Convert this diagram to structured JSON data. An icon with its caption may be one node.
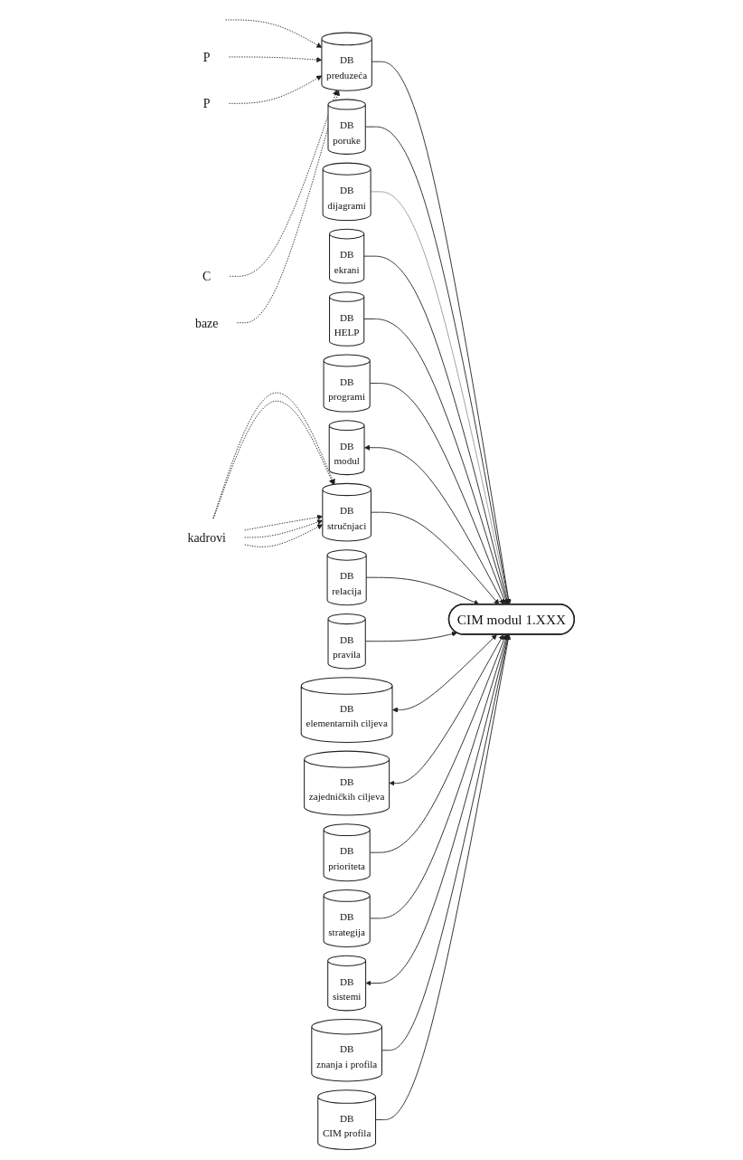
{
  "diagram": {
    "nodes": [
      {
        "text": [
          "P"
        ]
      },
      {
        "text": [
          "P"
        ]
      },
      {
        "text": [
          "C"
        ]
      },
      {
        "text": [
          "baze"
        ]
      },
      {
        "text": [
          "DB",
          "preduzeća"
        ]
      },
      {
        "text": [
          "DB",
          "poruke"
        ]
      },
      {
        "text": [
          "DB",
          "dijagrami"
        ]
      },
      {
        "text": [
          "DB",
          "ekrani"
        ]
      },
      {
        "text": [
          "DB",
          "HELP"
        ]
      },
      {
        "text": [
          "DB",
          "programi"
        ]
      },
      {
        "text": [
          "DB",
          "modul"
        ]
      },
      {
        "text": [
          "kadrovi"
        ]
      },
      {
        "text": [
          "DB",
          "stručnjaci"
        ]
      },
      {
        "text": [
          "DB",
          "relacija"
        ]
      },
      {
        "text": [
          "DB",
          "pravila"
        ]
      },
      {
        "text": [
          "CIM modul 1.XXX"
        ]
      },
      {
        "text": [
          "DB",
          "CIM profila"
        ]
      },
      {
        "text": [
          "DB",
          "znanja i profila"
        ]
      },
      {
        "text": [
          "DB",
          "sistemi"
        ]
      },
      {
        "text": [
          "DB",
          "strategija"
        ]
      },
      {
        "text": [
          "DB",
          "prioriteta"
        ]
      },
      {
        "text": [
          "DB",
          "zajedničkih ciljeva"
        ]
      },
      {
        "text": [
          "DB",
          "elementarnih ciljeva"
        ]
      }
    ],
    "edges": [
      {
        "from": null,
        "to": 4,
        "arrow": "to",
        "style": "dashed"
      },
      {
        "from": 0,
        "to": 4,
        "arrow": "to",
        "style": "dashed"
      },
      {
        "from": 1,
        "to": 4,
        "arrow": "to",
        "style": "dashed"
      },
      {
        "from": 2,
        "to": 4,
        "arrow": "to",
        "style": "dashed"
      },
      {
        "from": 3,
        "to": 4,
        "arrow": "to",
        "style": "dashed"
      },
      {
        "from": 4,
        "to": 15,
        "arrow": "to"
      },
      {
        "from": 5,
        "to": 15,
        "arrow": "to"
      },
      {
        "from": 6,
        "to": 15,
        "arrow": "none",
        "color": "#999999"
      },
      {
        "from": 7,
        "to": 15,
        "arrow": "to"
      },
      {
        "from": 8,
        "to": 15,
        "arrow": "to"
      },
      {
        "from": 9,
        "to": 15,
        "arrow": "to"
      },
      {
        "from": 10,
        "to": 15,
        "arrow": "both"
      },
      {
        "from": 11,
        "to": 12,
        "arrow": "to",
        "style": "dashed"
      },
      {
        "from": 11,
        "to": 12,
        "arrow": "to",
        "style": "dashed"
      },
      {
        "from": 11,
        "to": 12,
        "arrow": "to",
        "style": "dashed"
      },
      {
        "from": 11,
        "to": 12,
        "arrow": "to",
        "style": "dashed"
      },
      {
        "from": 11,
        "to": 12,
        "arrow": "to",
        "style": "dashed"
      },
      {
        "from": 12,
        "to": 15,
        "arrow": "to"
      },
      {
        "from": 13,
        "to": 15,
        "arrow": "to"
      },
      {
        "from": 14,
        "to": 15,
        "arrow": "to"
      },
      {
        "from": 22,
        "to": 15,
        "arrow": "both"
      },
      {
        "from": 21,
        "to": 15,
        "arrow": "both"
      },
      {
        "from": 20,
        "to": 15,
        "arrow": "to"
      },
      {
        "from": 19,
        "to": 15,
        "arrow": "to"
      },
      {
        "from": 18,
        "to": 15,
        "arrow": "both"
      },
      {
        "from": 17,
        "to": 15,
        "arrow": "to"
      },
      {
        "from": 16,
        "to": 15,
        "arrow": "to"
      }
    ]
  }
}
